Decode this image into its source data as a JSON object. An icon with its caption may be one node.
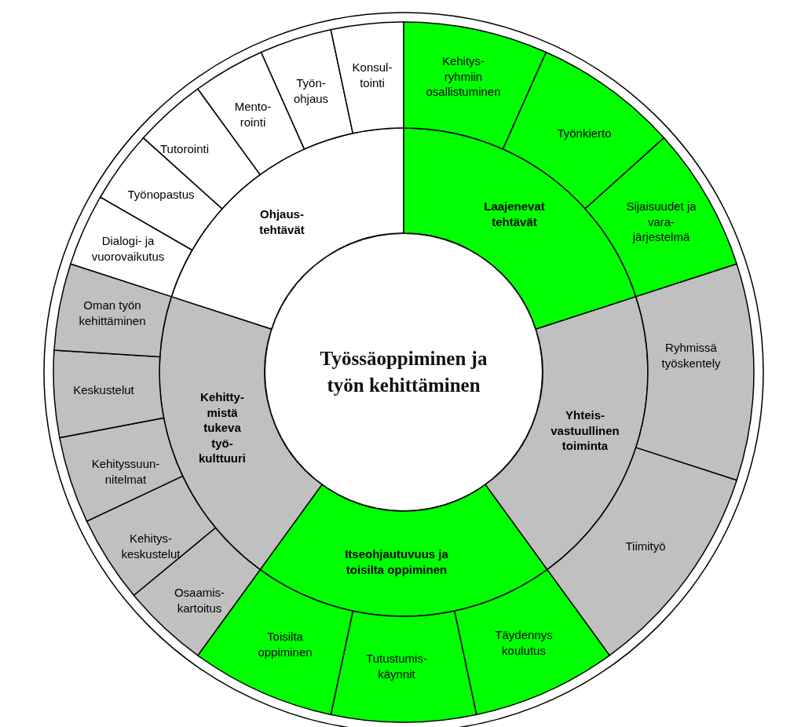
{
  "diagram": {
    "nodes": [
      {
        "text": [
          "Työssäoppiminen ja työn kehittäminen"
        ]
      },
      {
        "text": [
          "Ohjaus- tehtävät"
        ]
      },
      {
        "text": [
          "Laajenevat tehtävät"
        ]
      },
      {
        "text": [
          "Yhteis- vastuullinen toiminta"
        ]
      },
      {
        "text": [
          "Itseohjautuvuus ja toisilta oppiminen"
        ]
      },
      {
        "text": [
          "Kehitty- mistä tukeva työ- kulttuuri"
        ]
      },
      {
        "text": [
          "Dialogi- ja vuorovaikutus"
        ]
      },
      {
        "text": [
          "Työnopastus"
        ]
      },
      {
        "text": [
          "Tutorointi"
        ]
      },
      {
        "text": [
          "Mento- rointi"
        ]
      },
      {
        "text": [
          "Työn- ohjaus"
        ]
      },
      {
        "text": [
          "Konsul- tointi"
        ]
      },
      {
        "text": [
          "Kehitys- ryhmiin osallistuminen"
        ]
      },
      {
        "text": [
          "Työnkierto"
        ]
      },
      {
        "text": [
          "Sijaisuudet ja vara- järjestelmä"
        ]
      },
      {
        "text": [
          "Ryhmissä työskentely"
        ]
      },
      {
        "text": [
          "Tiimityö"
        ]
      },
      {
        "text": [
          "Täydennys koulutus"
        ]
      },
      {
        "text": [
          "Tutustumis- käynnit"
        ]
      },
      {
        "text": [
          "Toisilta oppiminen"
        ]
      },
      {
        "text": [
          "Osaamis- kartoitus"
        ]
      },
      {
        "text": [
          "Kehitys- keskustelut"
        ]
      },
      {
        "text": [
          "Kehityssuun- nitelmat"
        ]
      },
      {
        "text": [
          "Keskustelut"
        ]
      },
      {
        "text": [
          "Oman työn kehittäminen"
        ]
      }
    ]
  }
}
